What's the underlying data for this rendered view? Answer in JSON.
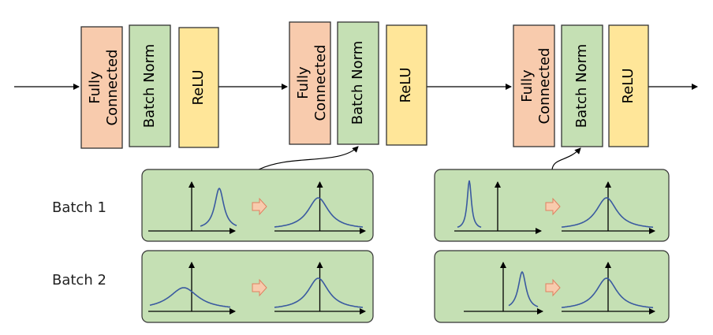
{
  "layers": {
    "fc_line1": "Fully",
    "fc_line2": "Connected",
    "bn": "Batch Norm",
    "relu": "ReLU"
  },
  "rows": {
    "batch1": "Batch 1",
    "batch2": "Batch 2"
  },
  "colors": {
    "fc_fill": "#f8cbad",
    "bn_fill": "#c5e0b4",
    "relu_fill": "#ffe699",
    "panel_fill": "#c5e0b4",
    "curve": "#3a5aa0",
    "arrow_fill": "#f8cbad",
    "arrow_stroke": "#e08060",
    "line": "#000000"
  }
}
